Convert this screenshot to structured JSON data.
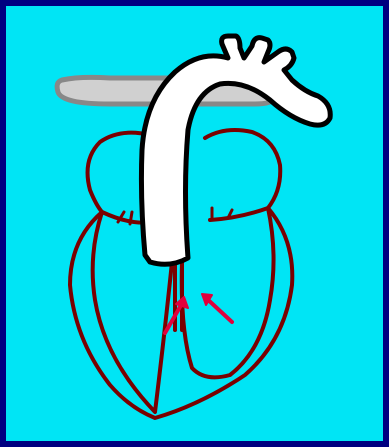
{
  "colors": {
    "border": "#000080",
    "background": "#00E5F5",
    "heart_outline": "#7A0000",
    "vessel_fill": "#FFFFFF",
    "vessel_outline": "#000000",
    "pulmonary_fill": "#D0D0D0",
    "pulmonary_outline": "#888888",
    "arrow": "#E0003C"
  },
  "diagram": {
    "elements": [
      "heart-outline",
      "aorta",
      "pulmonary-artery",
      "septum",
      "coronary-branches",
      "arrows"
    ]
  }
}
